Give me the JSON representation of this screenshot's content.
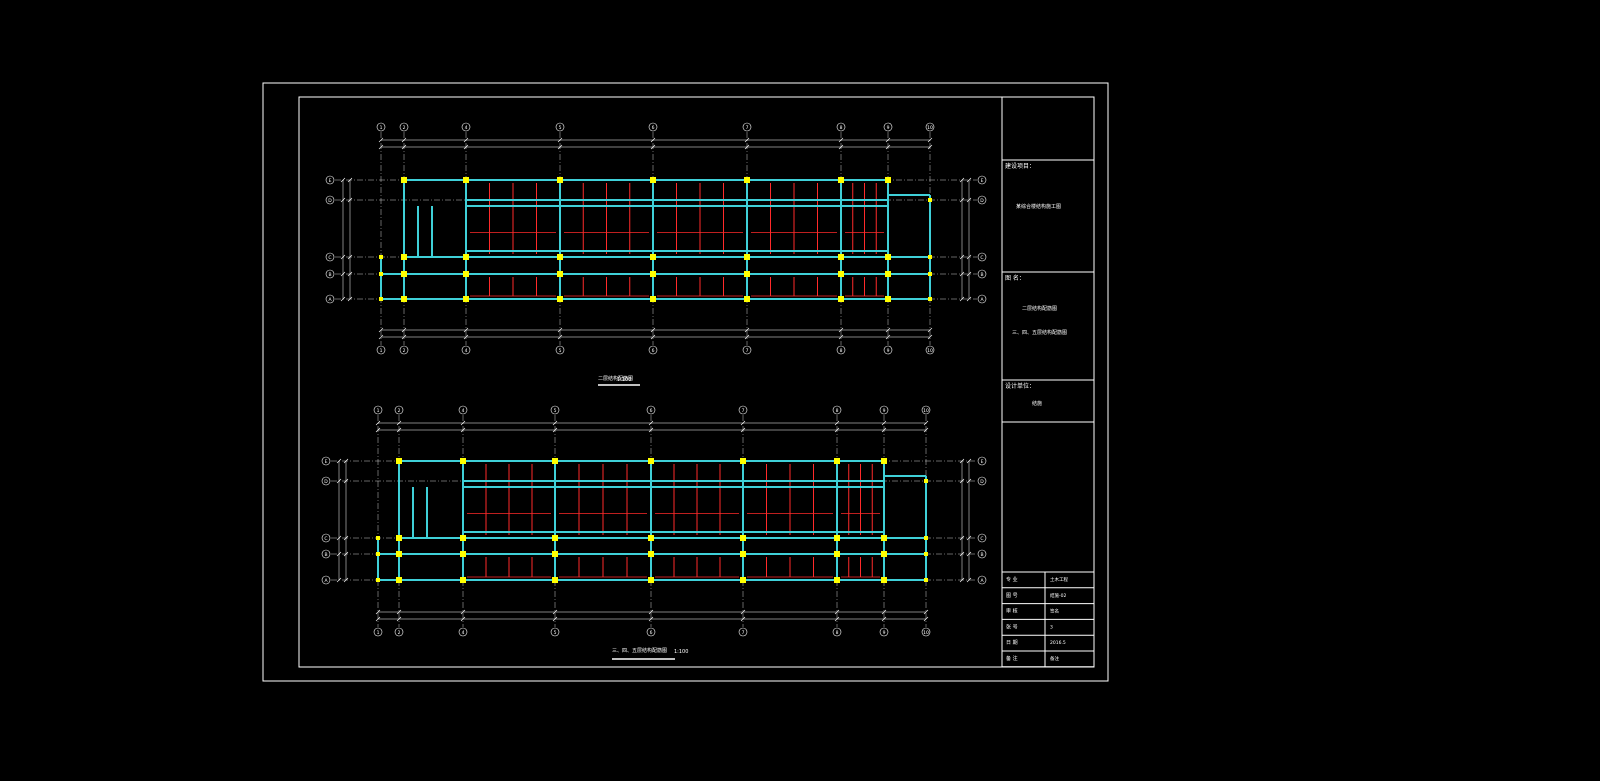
{
  "colors": {
    "background": "#000000",
    "frame": "#ffffff",
    "beam": "#3fd0d8",
    "column": "#ffff00",
    "rebar": "#ff2a2a",
    "axis": "#ffffff",
    "dim": "#ffffff"
  },
  "plan1": {
    "caption": "二层结构配筋图",
    "scale": "1:100"
  },
  "plan2": {
    "caption": "三、四、五层结构配筋图",
    "scale": "1:100"
  },
  "axes_top": [
    "1",
    "2",
    "4",
    "5",
    "6",
    "7",
    "8",
    "9",
    "10"
  ],
  "axes_side": [
    "E",
    "D",
    "C",
    "B",
    "A"
  ],
  "title_block": {
    "project_label": "建设项目：",
    "project_name": "某综合楼结构施工图",
    "drawing_name_label": "图 名：",
    "drawing_name_1": "二层结构配筋图",
    "drawing_name_2": "三、四、五层结构配筋图",
    "designer_label": "设计单位：",
    "designer_value": "结施",
    "rows": [
      {
        "label": "专 业",
        "value": "土木工程"
      },
      {
        "label": "图 号",
        "value": "结施-02"
      },
      {
        "label": "审 核",
        "value": "签名"
      },
      {
        "label": "张 号",
        "value": "3"
      },
      {
        "label": "日 期",
        "value": "2016.5"
      },
      {
        "label": "备 注",
        "value": "备注"
      }
    ]
  }
}
